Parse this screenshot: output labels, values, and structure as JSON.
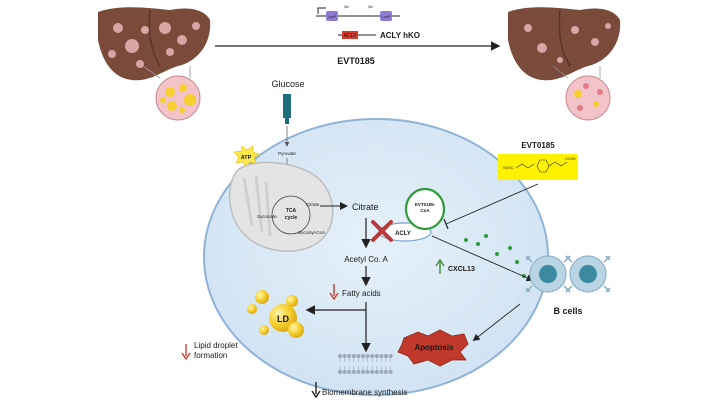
{
  "header": {
    "loxp_left": "LoxP",
    "loxp_right": "LoxP",
    "acly_box": "ACLY",
    "knockout_label": "ACLY hKO",
    "compound_label": "EVT0185"
  },
  "compound_panel": {
    "title": "EVT0185",
    "left_group": "HOOC",
    "right_group": "COOH"
  },
  "cell": {
    "glucose": "Glucose",
    "pyruvate": "Pyruvate",
    "atp": "ATP",
    "tca_line1": "TCA",
    "tca_line2": "cycle",
    "tca_citrate": "Citrate",
    "tca_succinate": "Succinate",
    "tca_succinylcoa": "Succinyl-CoA",
    "citrate": "Citrate",
    "evt_coa_line1": "EVT0185-",
    "evt_coa_line2": "CoA",
    "acly": "ACLY",
    "acetyl_coa": "Acetyl Co. A",
    "fatty_acids": "Fatty acids",
    "ld": "LD",
    "cxcl13": "CXCL13",
    "apoptosis": "Apoptosis"
  },
  "outside": {
    "b_cells": "B cells",
    "lipid_line1": "Lipid droplet",
    "lipid_line2": "formation",
    "biomembrane": "Biomembrane synthesis"
  },
  "colors": {
    "liver": "#7a4a3a",
    "cell_fill": "#dbeaf6",
    "cell_stroke": "#8fb3d6",
    "down_arrow": "#d33a2c",
    "up_arrow": "#3f8a2f",
    "green_ring": "#2e9a3a",
    "compound_box": "#fff200",
    "apoptosis": "#c0392b",
    "lipid_drop": "#f2c32a"
  }
}
